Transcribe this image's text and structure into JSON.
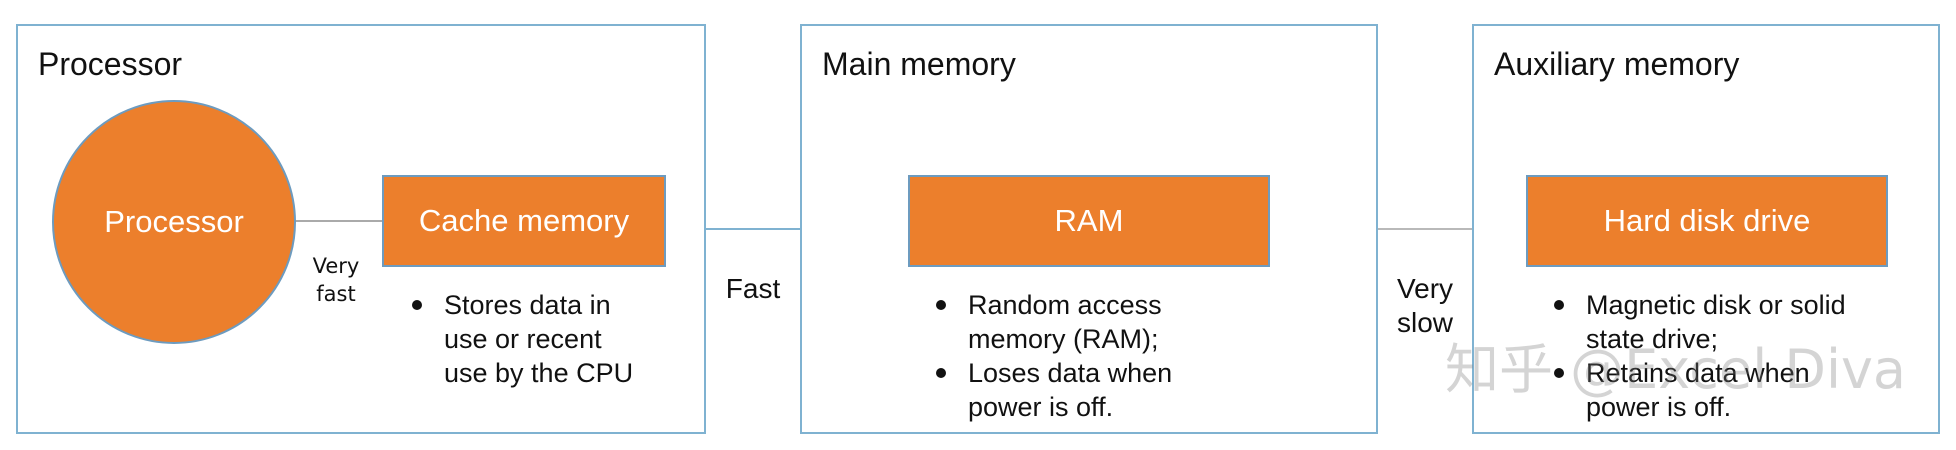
{
  "panels": {
    "processor": {
      "title": "Processor",
      "circle_label": "Processor",
      "box_label": "Cache memory",
      "bullets": [
        "Stores data in use or recent use by the CPU"
      ]
    },
    "main": {
      "title": "Main memory",
      "box_label": "RAM",
      "bullets": [
        "Random access memory (RAM);",
        "Loses data when power is off."
      ]
    },
    "aux": {
      "title": "Auxiliary memory",
      "box_label": "Hard disk drive",
      "bullets": [
        "Magnetic disk or solid state drive;",
        "Retains data when power is off."
      ]
    }
  },
  "speeds": {
    "very_fast": "Very\nfast",
    "fast": "Fast",
    "very_slow": "Very\nslow"
  },
  "watermark": "知乎 @Excel Diva",
  "colors": {
    "orange": "#ec7f2c",
    "border_blue": "#7fb2d1",
    "connector_gray": "#aaaaaa"
  }
}
